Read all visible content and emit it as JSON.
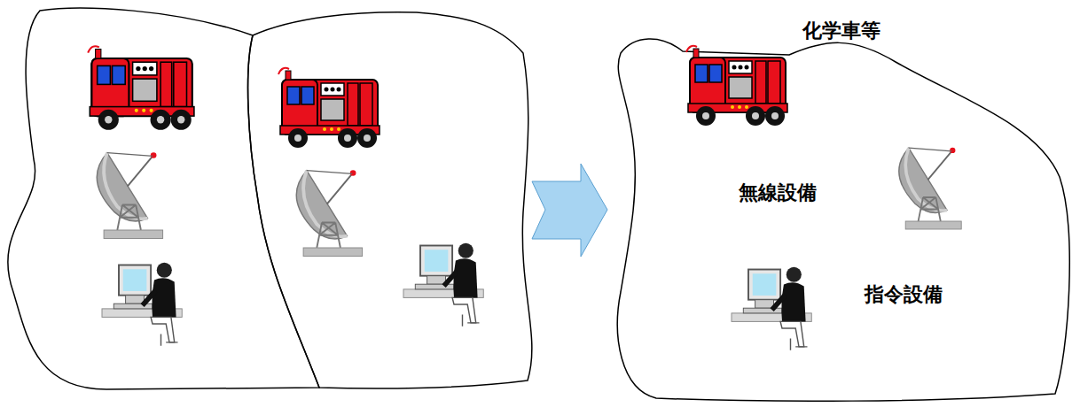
{
  "diagram": {
    "labels": [
      "化学車等",
      "無線設備",
      "指令設備"
    ]
  }
}
